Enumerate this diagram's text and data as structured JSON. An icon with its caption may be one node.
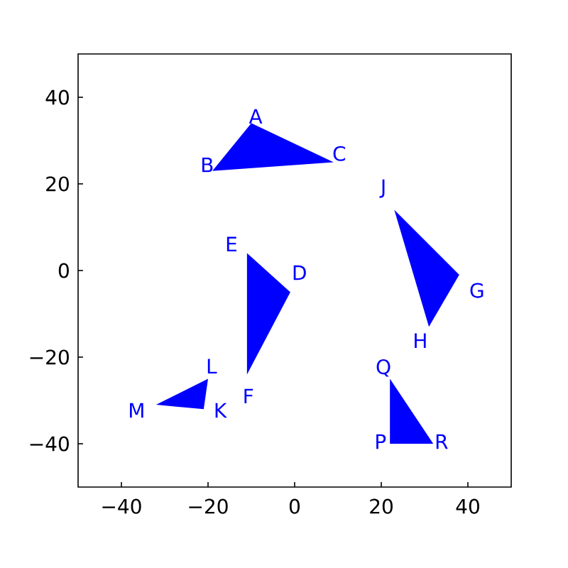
{
  "diagram": {
    "nodes": [
      {
        "text": [],
        "shape": "triangle",
        "beside": [
          "A",
          "B",
          "C"
        ]
      },
      {
        "text": [],
        "shape": "triangle",
        "beside": [
          "E",
          "D",
          "F"
        ]
      },
      {
        "text": [],
        "shape": "triangle",
        "beside": [
          "J",
          "G",
          "H"
        ]
      },
      {
        "text": [],
        "shape": "triangle",
        "beside": [
          "L",
          "M",
          "K"
        ]
      },
      {
        "text": [],
        "shape": "triangle",
        "beside": [
          "Q",
          "P",
          "R"
        ]
      }
    ],
    "labels": [
      "40",
      "20",
      "0",
      "−20",
      "−40",
      "−40",
      "−20",
      "0",
      "20",
      "40"
    ]
  }
}
